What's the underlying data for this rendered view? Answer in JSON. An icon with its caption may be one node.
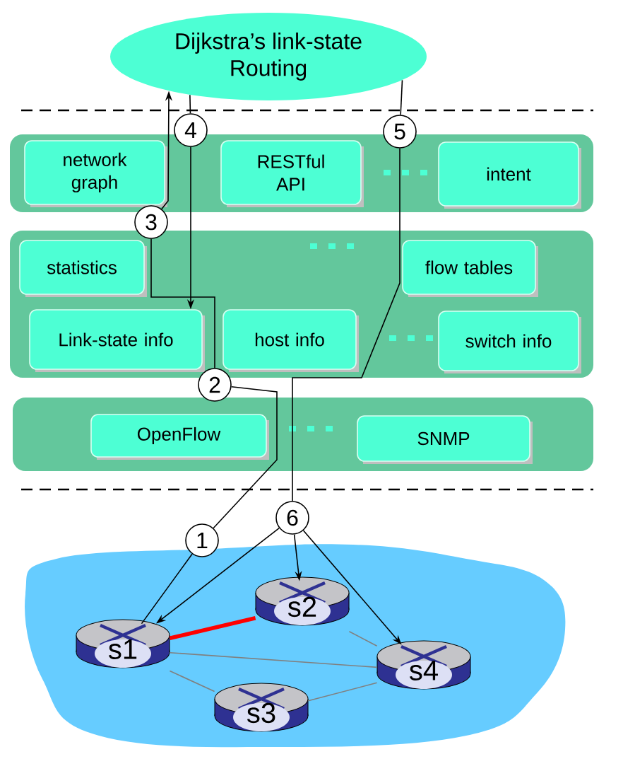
{
  "diagram": {
    "nodes": [
      {
        "text": [
          "Dijkstra’s link-state Routing"
        ]
      },
      {
        "text": [],
        "shape": "box"
      },
      {
        "text": [
          "network graph"
        ],
        "in": 1
      },
      {
        "text": [
          "RESTful API"
        ],
        "in": 1
      },
      {
        "text": [
          "intent"
        ],
        "in": 1
      },
      {
        "text": [],
        "shape": "box"
      },
      {
        "text": [
          "statistics"
        ],
        "in": 5
      },
      {
        "text": [
          "flow tables"
        ],
        "in": 5
      },
      {
        "text": [
          "Link-state info"
        ],
        "in": 5
      },
      {
        "text": [
          "host info"
        ],
        "in": 5
      },
      {
        "text": [
          "switch info"
        ],
        "in": 5
      },
      {
        "text": [],
        "shape": "box"
      },
      {
        "text": [
          "OpenFlow"
        ],
        "in": 11
      },
      {
        "text": [
          "SNMP"
        ],
        "in": 11
      },
      {
        "text": [],
        "shape": "cloud"
      },
      {
        "text": [
          "s1"
        ],
        "in": 14
      },
      {
        "text": [
          "s2"
        ],
        "in": 14
      },
      {
        "text": [
          "s3"
        ],
        "in": 14
      },
      {
        "text": [
          "s4"
        ],
        "in": 14
      },
      {
        "text": [
          "1"
        ]
      },
      {
        "text": [
          "2"
        ]
      },
      {
        "text": [
          "3"
        ]
      },
      {
        "text": [
          "4"
        ]
      },
      {
        "text": [
          "5"
        ]
      },
      {
        "text": [
          "6"
        ]
      }
    ],
    "edges": [
      {
        "from": 15,
        "to": 19,
        "arrow": "none"
      },
      {
        "from": 19,
        "to": 20,
        "arrow": "none"
      },
      {
        "from": 20,
        "to": 21,
        "arrow": "none"
      },
      {
        "from": 21,
        "to": 0,
        "arrow": "to"
      },
      {
        "from": 0,
        "to": 22,
        "arrow": "none"
      },
      {
        "from": 22,
        "to": 8,
        "arrow": "to"
      },
      {
        "from": 0,
        "to": 23,
        "arrow": "none"
      },
      {
        "from": 23,
        "to": 24,
        "arrow": "none"
      },
      {
        "from": 24,
        "to": 15,
        "arrow": "to"
      },
      {
        "from": 24,
        "to": 16,
        "arrow": "to"
      },
      {
        "from": 24,
        "to": 18,
        "arrow": "to"
      },
      {
        "from": 15,
        "to": 16,
        "arrow": "none",
        "style": "thick",
        "color": "#ff0000"
      },
      {
        "from": 15,
        "to": 18,
        "arrow": "none",
        "color": "#808080"
      },
      {
        "from": 15,
        "to": 17,
        "arrow": "none",
        "color": "#808080"
      },
      {
        "from": 17,
        "to": 18,
        "arrow": "none",
        "color": "#808080"
      },
      {
        "from": 16,
        "to": 18,
        "arrow": "none",
        "color": "#808080"
      }
    ]
  }
}
